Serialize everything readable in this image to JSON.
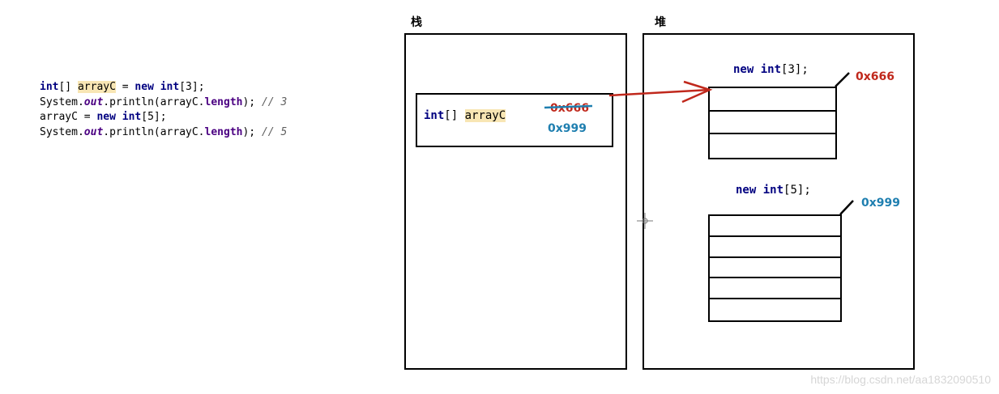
{
  "code": {
    "line1": {
      "kw1": "int",
      "p1": "[] ",
      "var": "arrayC",
      "p2": " = ",
      "kw2": "new",
      "p3": " ",
      "kw3": "int",
      "p4": "[3];"
    },
    "line2": {
      "p1": "System.",
      "out": "out",
      "p2": ".println(arrayC.",
      "field": "length",
      "p3": "); ",
      "comment": "// 3"
    },
    "line3": {
      "p1": "arrayC = ",
      "kw1": "new",
      "p2": " ",
      "kw2": "int",
      "p3": "[5];"
    },
    "line4": {
      "p1": "System.",
      "out": "out",
      "p2": ".println(arrayC.",
      "field": "length",
      "p3": "); ",
      "comment": "// 5"
    }
  },
  "stack": {
    "title": "栈",
    "var_type": "int",
    "var_brackets": "[] ",
    "var_name": "arrayC",
    "old_address": "0x666",
    "new_address": "0x999"
  },
  "heap": {
    "title": "堆",
    "array1": {
      "label_kw1": "new",
      "label_kw2": "int",
      "label_rest": "[3];",
      "address": "0x666",
      "length": 3
    },
    "array2": {
      "label_kw1": "new",
      "label_kw2": "int",
      "label_rest": "[5];",
      "address": "0x999",
      "length": 5
    }
  },
  "watermark": "https://blog.csdn.net/aa1832090510",
  "colors": {
    "old_address": "#c0281c",
    "new_address": "#1f7fb0",
    "arrow": "#c0281c",
    "highlight": "#f8e6b4"
  }
}
